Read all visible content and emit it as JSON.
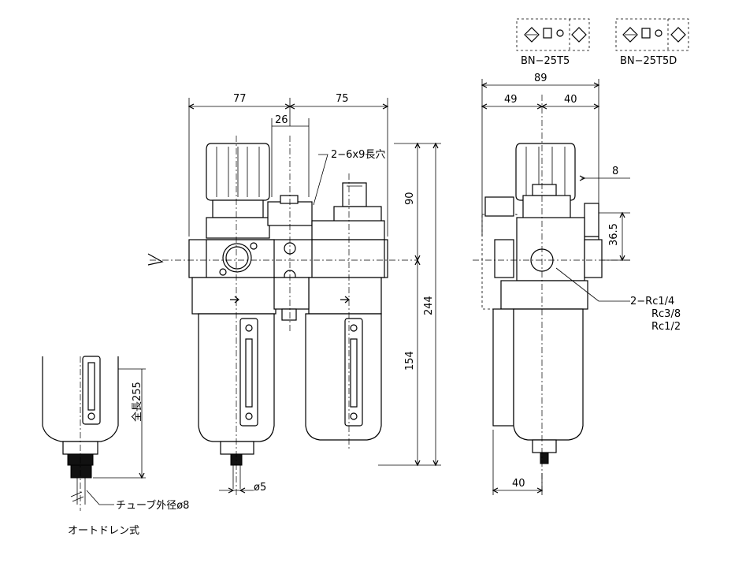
{
  "symbols": {
    "left_label": "BN−25T5",
    "right_label": "BN−25T5D"
  },
  "dimensions": {
    "front_width_left": "77",
    "front_width_right": "75",
    "front_offset": "26",
    "slot": "2−6x9長穴",
    "upper_height": "90",
    "total_height": "244",
    "lower_height": "154",
    "tube_dia": "ø5",
    "side_total": "89",
    "side_left": "49",
    "side_right": "40",
    "side_thickness": "8",
    "side_bracket": "36.5",
    "side_bottom": "40",
    "ports_line1": "2−Rc1/4",
    "ports_line2": "Rc3/8",
    "ports_line3": "Rc1/2",
    "auto_drain_length": "全長255",
    "tube_outer": "チューブ外径ø8",
    "auto_drain_title": "オートドレン式"
  }
}
